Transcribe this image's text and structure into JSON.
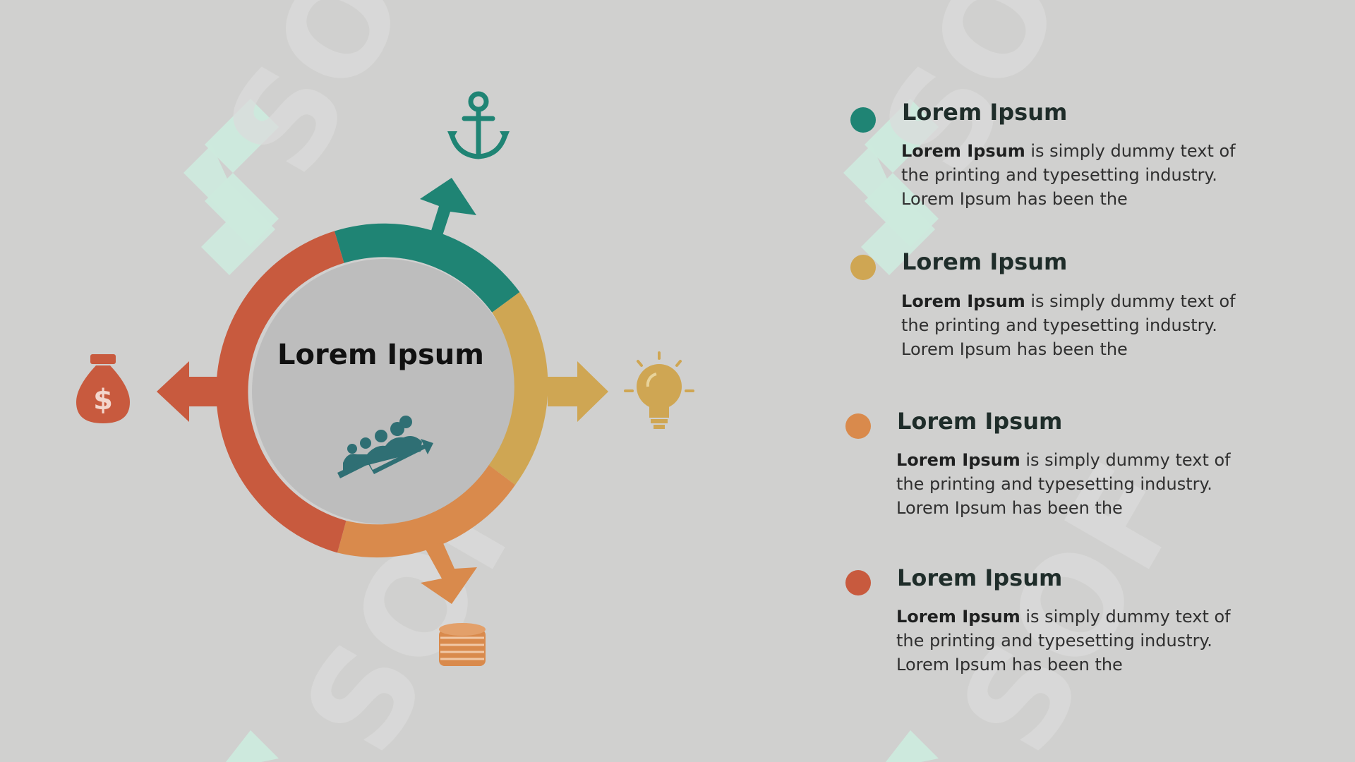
{
  "diagram": {
    "center_title": "Lorem Ipsum",
    "segments": [
      {
        "id": "teal",
        "color": "#1f8474",
        "icon": "anchor-icon"
      },
      {
        "id": "gold",
        "color": "#cfa653",
        "icon": "lightbulb-icon"
      },
      {
        "id": "orange",
        "color": "#d98a4c",
        "icon": "coin-stack-icon"
      },
      {
        "id": "red",
        "color": "#c85a3e",
        "icon": "money-bag-icon"
      }
    ],
    "center_icon": "growth-team-icon",
    "center_fill": "#bdbdbd"
  },
  "legend": [
    {
      "color": "#1f8474",
      "title": "Lorem Ipsum",
      "bold": "Lorem Ipsum",
      "text": " is simply dummy text of the printing and typesetting industry. Lorem Ipsum has been the"
    },
    {
      "color": "#cfa653",
      "title": "Lorem Ipsum",
      "bold": "Lorem Ipsum",
      "text": " is simply dummy text of the printing and typesetting industry. Lorem Ipsum has been the"
    },
    {
      "color": "#d98a4c",
      "title": "Lorem Ipsum",
      "bold": "Lorem Ipsum",
      "text": " is simply dummy text of the printing and typesetting industry. Lorem Ipsum has been the"
    },
    {
      "color": "#c85a3e",
      "title": "Lorem Ipsum",
      "bold": "Lorem Ipsum",
      "text": " is simply dummy text of the printing and typesetting industry. Lorem Ipsum has been the"
    }
  ],
  "watermark": {
    "text": "SOF",
    "color": "#c8ecd9"
  }
}
